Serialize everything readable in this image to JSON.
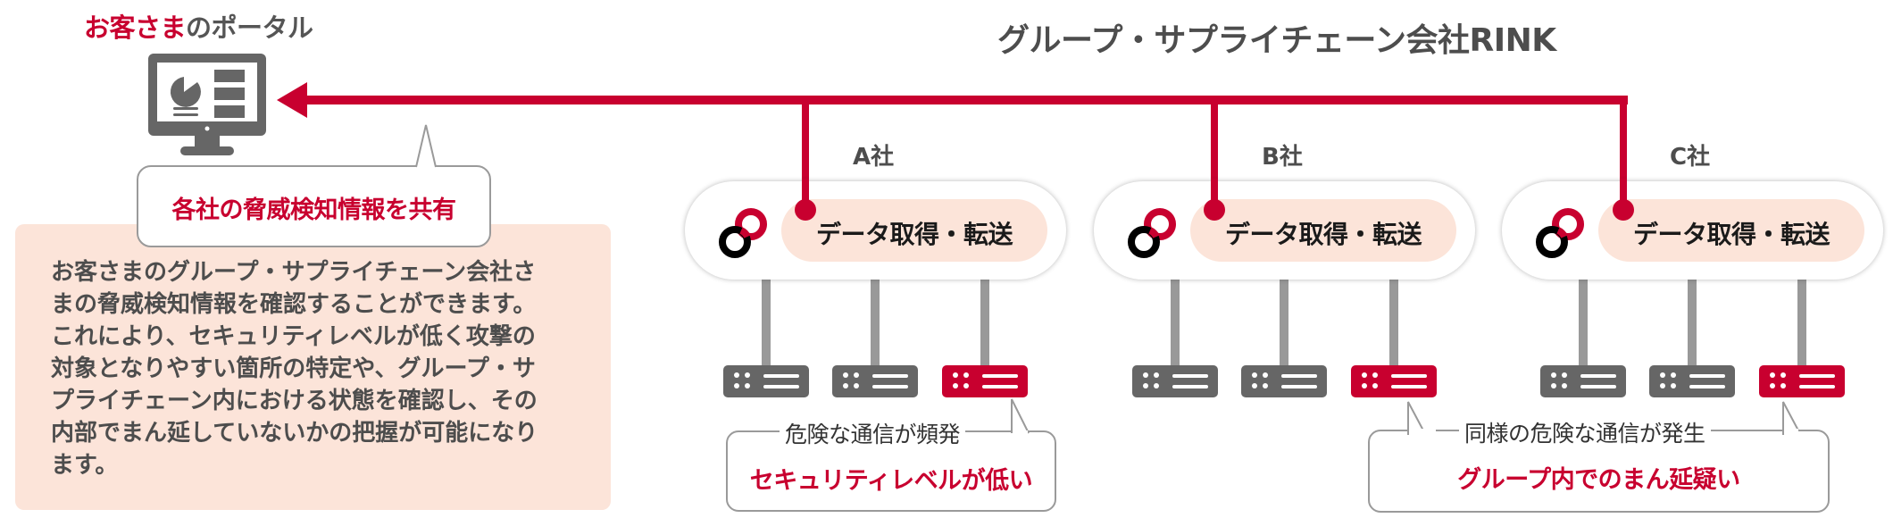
{
  "portal": {
    "title_highlight": "お客さま",
    "title_rest": "のポータル",
    "icon": "monitor-dashboard-icon",
    "callout": "各社の脅威検知情報を共有"
  },
  "description": {
    "lines": [
      "お客さまのグループ・サプライチェーン会社さ",
      "まの脅威検知情報を確認することができます。",
      "これにより、セキュリティレベルが低く攻撃の",
      "対象となりやすい箇所の特定や、グループ・サ",
      "プライチェーン内における状態を確認し、その",
      "内部でまん延していないかの把握が可能になり",
      "ます。"
    ]
  },
  "group": {
    "title": "グループ・サプライチェーン会社RINK",
    "companies": [
      {
        "label": "A社",
        "node": "データ取得・転送",
        "servers": [
          "normal",
          "normal",
          "alert"
        ]
      },
      {
        "label": "B社",
        "node": "データ取得・転送",
        "servers": [
          "normal",
          "normal",
          "alert"
        ]
      },
      {
        "label": "C社",
        "node": "データ取得・転送",
        "servers": [
          "normal",
          "normal",
          "alert"
        ]
      }
    ]
  },
  "alerts": [
    {
      "head": "危険な通信が頻発",
      "main": "セキュリティレベルが低い"
    },
    {
      "head": "同様の危険な通信が発生",
      "main": "グループ内でのまん延疑い"
    }
  ],
  "colors": {
    "accent": "#c8002f",
    "text": "#4d4d4d",
    "server_normal": "#666666",
    "panel_bg": "#fce4d9",
    "stem": "#999999"
  }
}
